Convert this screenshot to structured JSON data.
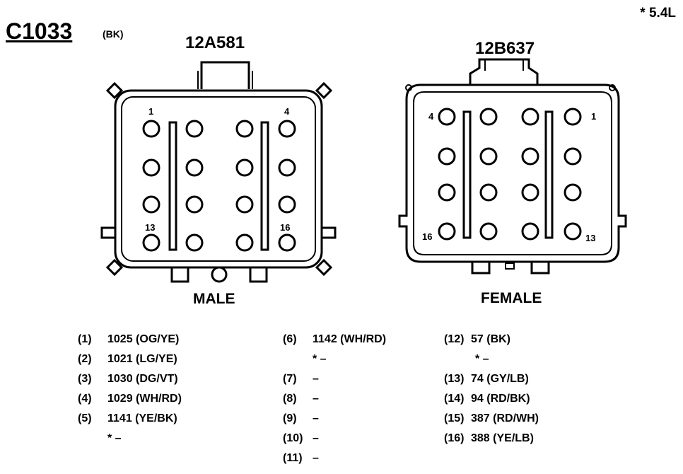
{
  "note": "* 5.4L",
  "connector": {
    "id": "C1033",
    "color": "(BK)"
  },
  "male": {
    "part_number": "12A581",
    "label": "MALE",
    "pin_labels": {
      "top_left": "1",
      "top_right": "4",
      "bottom_left": "13",
      "bottom_right": "16"
    }
  },
  "female": {
    "part_number": "12B637",
    "label": "FEMALE",
    "pin_labels": {
      "top_left": "4",
      "top_right": "1",
      "bottom_left": "16",
      "bottom_right": "13"
    }
  },
  "pin_table": {
    "col1": [
      {
        "pin": "(1)",
        "circuit": "1025 (OG/YE)"
      },
      {
        "pin": "(2)",
        "circuit": "1021 (LG/YE)"
      },
      {
        "pin": "(3)",
        "circuit": "1030 (DG/VT)"
      },
      {
        "pin": "(4)",
        "circuit": "1029 (WH/RD)"
      },
      {
        "pin": "(5)",
        "circuit": "1141 (YE/BK)"
      },
      {
        "pin": "",
        "circuit": "* –"
      }
    ],
    "col2": [
      {
        "pin": "(6)",
        "circuit": "1142 (WH/RD)"
      },
      {
        "pin": "",
        "circuit": "* –"
      },
      {
        "pin": "(7)",
        "circuit": "–"
      },
      {
        "pin": "(8)",
        "circuit": "–"
      },
      {
        "pin": "(9)",
        "circuit": "–"
      },
      {
        "pin": "(10)",
        "circuit": "–"
      },
      {
        "pin": "(11)",
        "circuit": "–"
      }
    ],
    "col3": [
      {
        "pin": "(12)",
        "circuit": "57 (BK)"
      },
      {
        "pin": "",
        "circuit": "* –"
      },
      {
        "pin": "(13)",
        "circuit": "74 (GY/LB)"
      },
      {
        "pin": "(14)",
        "circuit": "94 (RD/BK)"
      },
      {
        "pin": "(15)",
        "circuit": "387 (RD/WH)"
      },
      {
        "pin": "(16)",
        "circuit": "388 (YE/LB)"
      }
    ]
  }
}
